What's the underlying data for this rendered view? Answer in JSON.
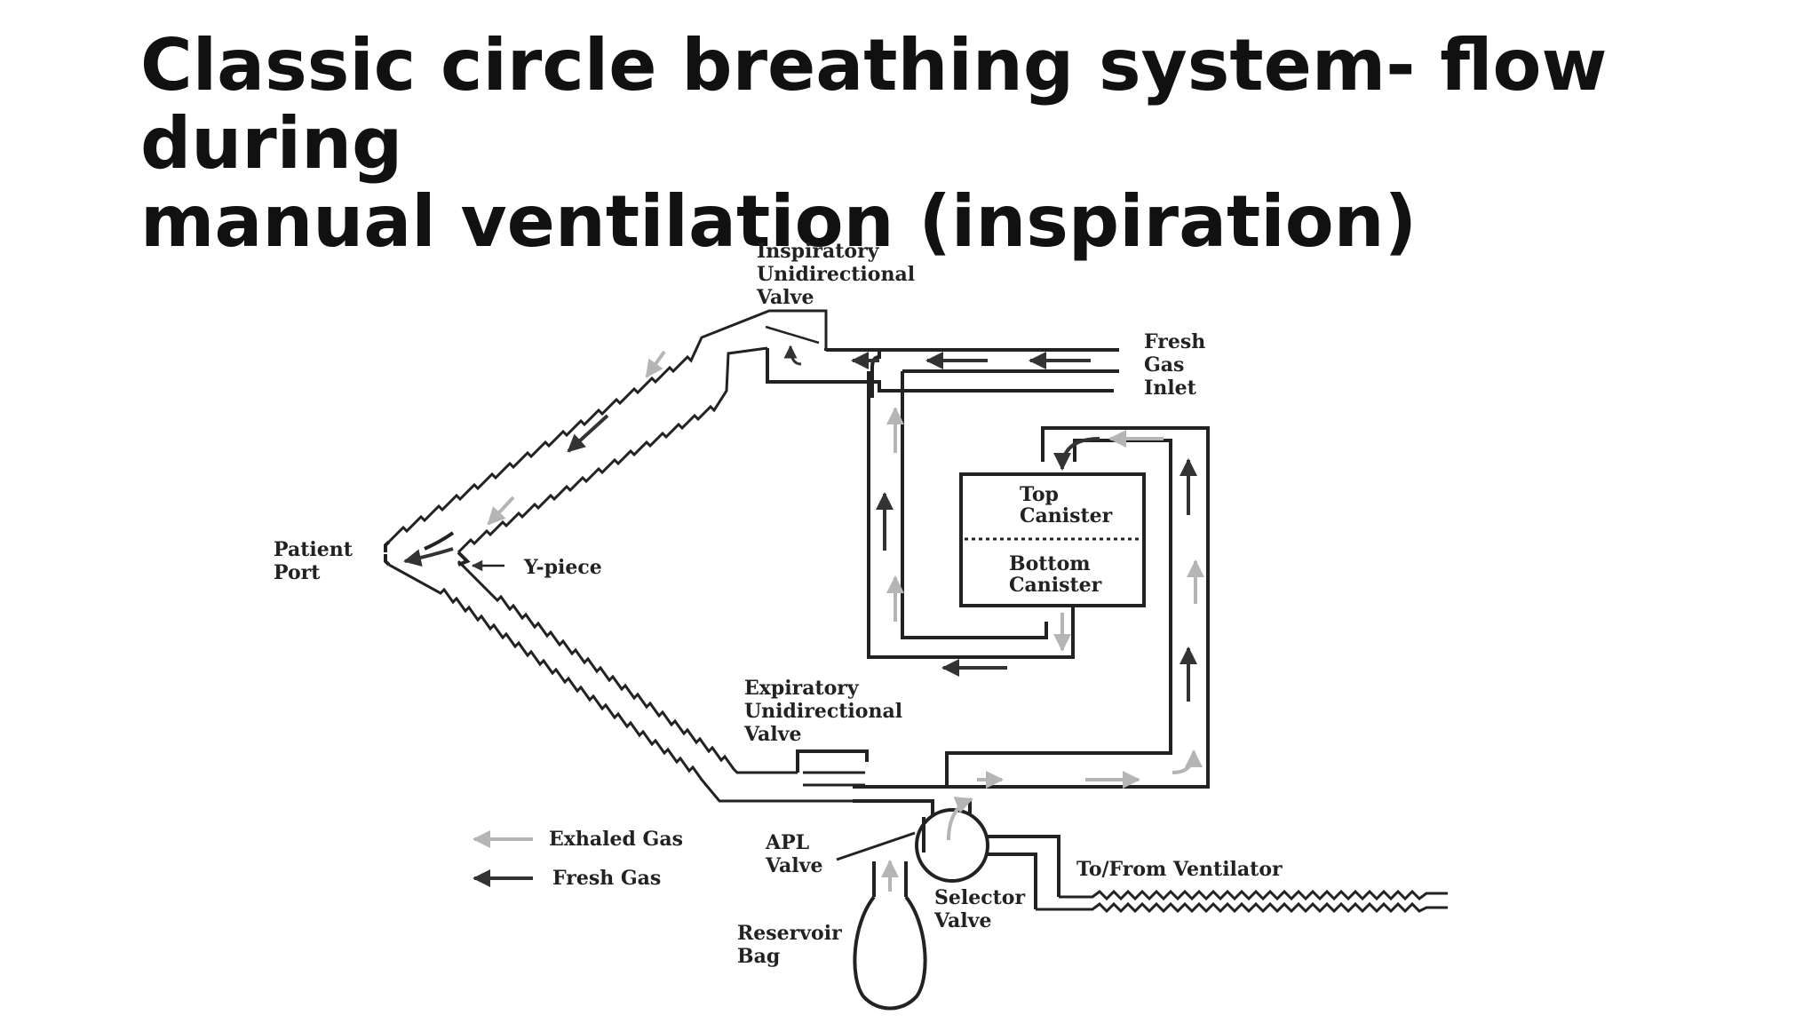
{
  "title": {
    "line1": "Classic circle breathing system- flow during",
    "line2": "manual ventilation (inspiration)"
  },
  "labels": {
    "inspiratory_valve": [
      "Inspiratory",
      "Unidirectional",
      "Valve"
    ],
    "fresh_gas_inlet": [
      "Fresh",
      "Gas",
      "Inlet"
    ],
    "top_canister": [
      "Top",
      "Canister"
    ],
    "bottom_canister": [
      "Bottom",
      "Canister"
    ],
    "patient_port": [
      "Patient",
      "Port"
    ],
    "y_piece": "Y-piece",
    "expiratory_valve": [
      "Expiratory",
      "Unidirectional",
      "Valve"
    ],
    "apl_valve": [
      "APL",
      "Valve"
    ],
    "selector_valve": [
      "Selector",
      "Valve"
    ],
    "reservoir_bag": [
      "Reservoir",
      "Bag"
    ],
    "to_from_ventilator": "To/From Ventilator"
  },
  "legend": [
    {
      "label": "Exhaled Gas",
      "color": "#b5b5b5"
    },
    {
      "label": "Fresh Gas",
      "color": "#333333"
    }
  ],
  "colors": {
    "fresh": "#333333",
    "exhaled": "#b5b5b5",
    "line": "#222222",
    "title": "#111111"
  }
}
